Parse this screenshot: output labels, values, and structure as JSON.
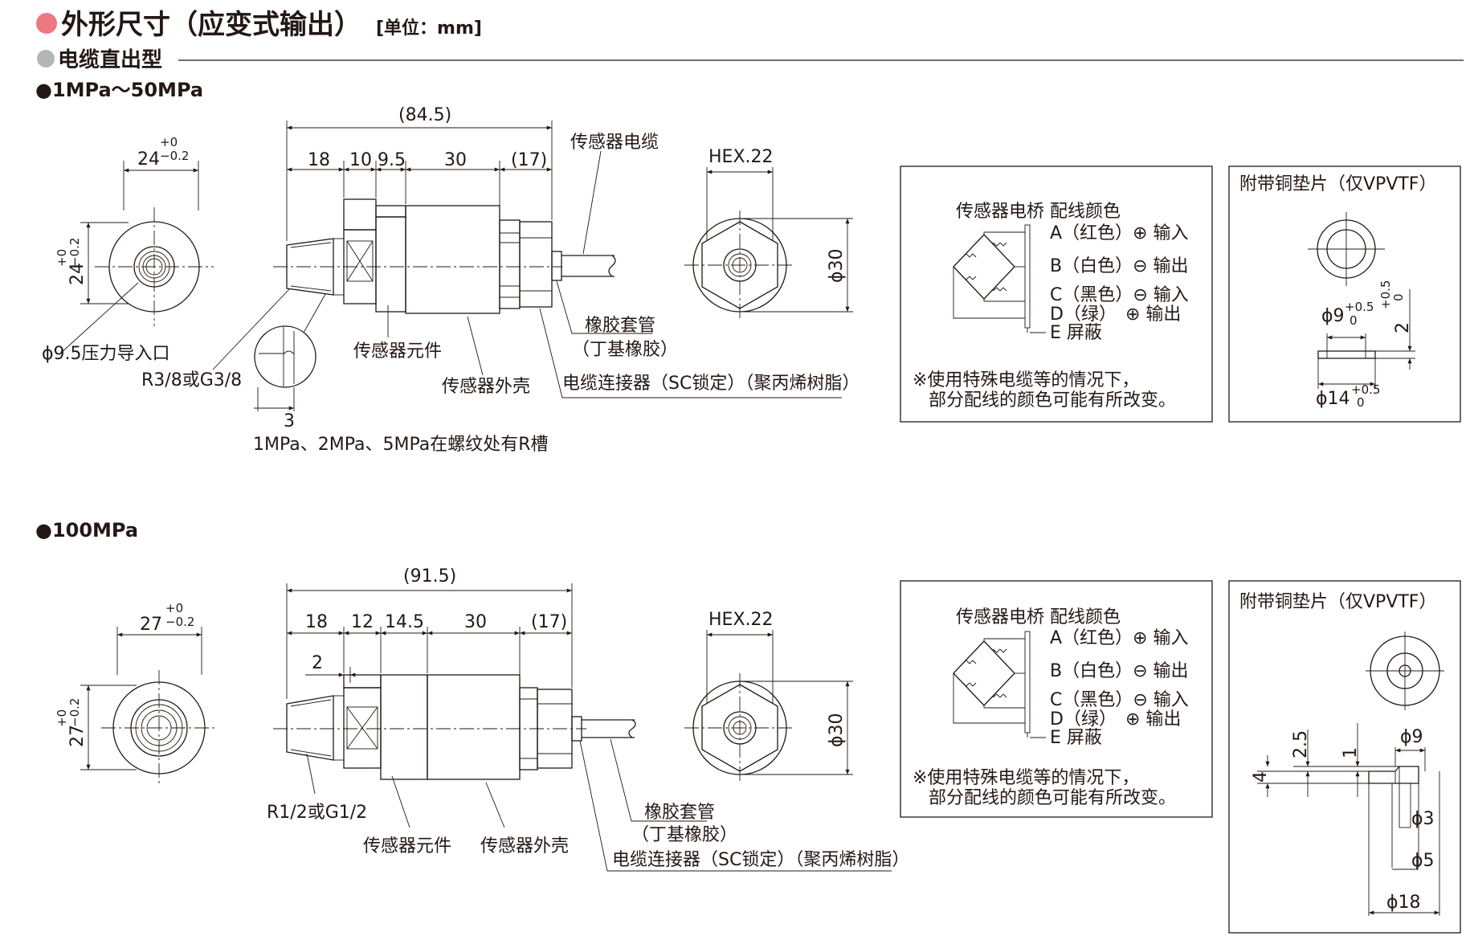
{
  "header": {
    "title": "外形尺寸（应变式输出）",
    "unit": "[单位：mm]",
    "subtitle": "电缆直出型",
    "accent_color": "#ee7782",
    "sub_bullet_color": "#b5b5b5"
  },
  "section1": {
    "heading": "●1MPa～50MPa",
    "front": {
      "width_label": "24",
      "width_tol_top": "+0",
      "width_tol_bot": "−0.2",
      "height_label": "24",
      "height_tol_top": "+0",
      "height_tol_bot": "−0.2"
    },
    "dims": {
      "total": "(84.5)",
      "d1": "18",
      "d2": "10",
      "d3": "9.5",
      "d4": "30",
      "d5": "(17)"
    },
    "hex": "HEX.22",
    "dia30": "ϕ30",
    "labels": {
      "cable": "传感器电缆",
      "inlet": "ϕ9.5压力导入口",
      "thread": "R3/8或G3/8",
      "element": "传感器元件",
      "shell": "传感器外壳",
      "rubber1": "橡胶套管",
      "rubber2": "（丁基橡胶）",
      "connector": "电缆连接器（SC锁定）（聚丙烯树脂）",
      "r_dim": "3",
      "note": "1MPa、2MPa、5MPa在螺纹处有R槽"
    },
    "wiring": {
      "col1": "传感器电桥",
      "col2": "配线颜色",
      "a": "A（红色）⊕ 输入",
      "b": "B（白色）⊖ 输出",
      "c": "C（黑色）⊖ 输入",
      "d": "D（绿）　⊕ 输出",
      "e": "E 屏蔽",
      "note1": "※使用特殊电缆等的情况下，",
      "note2": "部分配线的颜色可能有所改变。"
    },
    "washer": {
      "title": "附带铜垫片（仅VPVTF）",
      "d_inner": "ϕ9",
      "d_inner_tol_top": "+0.5",
      "d_inner_tol_bot": "0",
      "thick": "2",
      "thick_tol_top": "+0.5",
      "thick_tol_bot": "0",
      "d_outer": "ϕ14",
      "d_outer_tol_top": "+0.5",
      "d_outer_tol_bot": "0"
    }
  },
  "section2": {
    "heading": "●100MPa",
    "front": {
      "width_label": "27",
      "width_tol_top": "+0",
      "width_tol_bot": "−0.2",
      "height_label": "27",
      "height_tol_top": "+0",
      "height_tol_bot": "−0.2"
    },
    "dims": {
      "total": "(91.5)",
      "d1": "18",
      "d2": "12",
      "d3": "14.5",
      "d4": "30",
      "d5": "(17)",
      "step": "2"
    },
    "hex": "HEX.22",
    "dia30": "ϕ30",
    "labels": {
      "thread": "R1/2或G1/2",
      "element": "传感器元件",
      "shell": "传感器外壳",
      "rubber1": "橡胶套管",
      "rubber2": "（丁基橡胶）",
      "connector": "电缆连接器（SC锁定）（聚丙烯树脂）"
    },
    "wiring": {
      "col1": "传感器电桥",
      "col2": "配线颜色",
      "a": "A（红色）⊕ 输入",
      "b": "B（白色）⊖ 输出",
      "c": "C（黑色）⊖ 输入",
      "d": "D（绿）　⊕ 输出",
      "e": "E 屏蔽",
      "note1": "※使用特殊电缆等的情况下，",
      "note2": "部分配线的颜色可能有所改变。"
    },
    "washer": {
      "title": "附带铜垫片（仅VPVTF）",
      "d9": "ϕ9",
      "d3": "ϕ3",
      "d5": "ϕ5",
      "d18": "ϕ18",
      "h25": "2.5",
      "h1": "1",
      "h4": "4"
    }
  }
}
